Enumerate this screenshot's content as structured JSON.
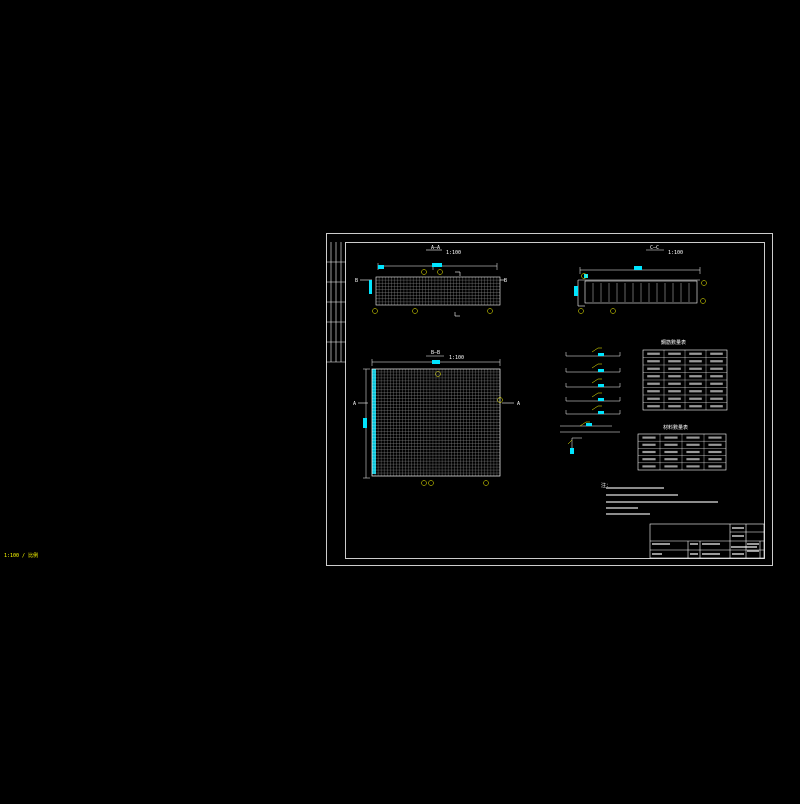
{
  "colors": {
    "background": "#000000",
    "frame": "#ffffff",
    "grid": "#ffffff",
    "dimension": "#00e5ff",
    "leader": "#ffff00",
    "highlight_fill": "#00e5ff"
  },
  "sections": {
    "aa_title": "A—A",
    "aa_scale": "1:100",
    "cc_title": "C—C",
    "cc_scale": "1:100",
    "bb_title": "B—B",
    "bb_scale": "1:100"
  },
  "section_markers": {
    "a_left": "A",
    "a_right": "A",
    "b_left": "B",
    "b_right": "B"
  },
  "tables": {
    "rebar_schedule_title": "鋼筋數量表",
    "material_table_title": "材料數量表"
  },
  "notes": {
    "heading": "注："
  },
  "ucs_label": "1:100 / 比例"
}
